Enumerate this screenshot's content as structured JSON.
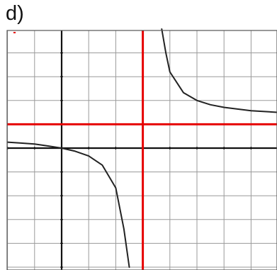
{
  "panel": {
    "label": "d)"
  },
  "chart_data": {
    "type": "line",
    "title": "",
    "xlabel": "",
    "ylabel": "",
    "xlim": [
      -2,
      8
    ],
    "ylim": [
      -5,
      5
    ],
    "grid": true,
    "series": [
      {
        "name": "",
        "color": "#222222",
        "x": [
          -2,
          -1.5,
          -1,
          -0.5,
          0,
          0.5,
          1,
          1.5,
          2,
          2.3,
          2.5
        ],
        "y": [
          0.25,
          0.21,
          0.17,
          0.09,
          0,
          -0.13,
          -0.33,
          -0.71,
          -1.67,
          -3.4,
          -5
        ],
        "x2": [
          3.7,
          3.85,
          4,
          4.5,
          5,
          5.5,
          6,
          7,
          8
        ],
        "y2": [
          5,
          4,
          3.2,
          2.33,
          2,
          1.82,
          1.71,
          1.57,
          1.5
        ]
      }
    ],
    "asymptotes": {
      "vertical_x": 3,
      "horizontal_y": 1,
      "color": "#e60000"
    },
    "colors": {
      "grid": "#9a9a9a",
      "axes": "#111111",
      "curve": "#222222",
      "asymptote": "#e60000"
    }
  }
}
